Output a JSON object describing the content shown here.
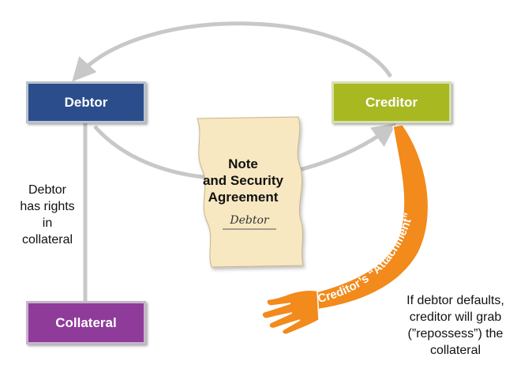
{
  "boxes": {
    "debtor": "Debtor",
    "creditor": "Creditor",
    "collateral": "Collateral"
  },
  "document": {
    "title_line1": "Note",
    "title_line2": "and Security",
    "title_line3": "Agreement",
    "signature": "Debtor"
  },
  "labels": {
    "debtor_rights": [
      "Debtor",
      "has rights",
      "in collateral"
    ],
    "default_note": [
      "If debtor defaults,",
      "creditor will grab",
      "(”repossess”) the",
      "collateral"
    ],
    "attachment": "Creditor’s “Attachment”"
  },
  "colors": {
    "debtor": "#2b4d8c",
    "creditor": "#a7b821",
    "collateral": "#8f3b9a",
    "connector": "#c8c8c8",
    "arm": "#f28a1c",
    "paper": "#f8e8c1"
  },
  "icons": [
    "grabbing-hand-icon",
    "paper-document-icon"
  ]
}
